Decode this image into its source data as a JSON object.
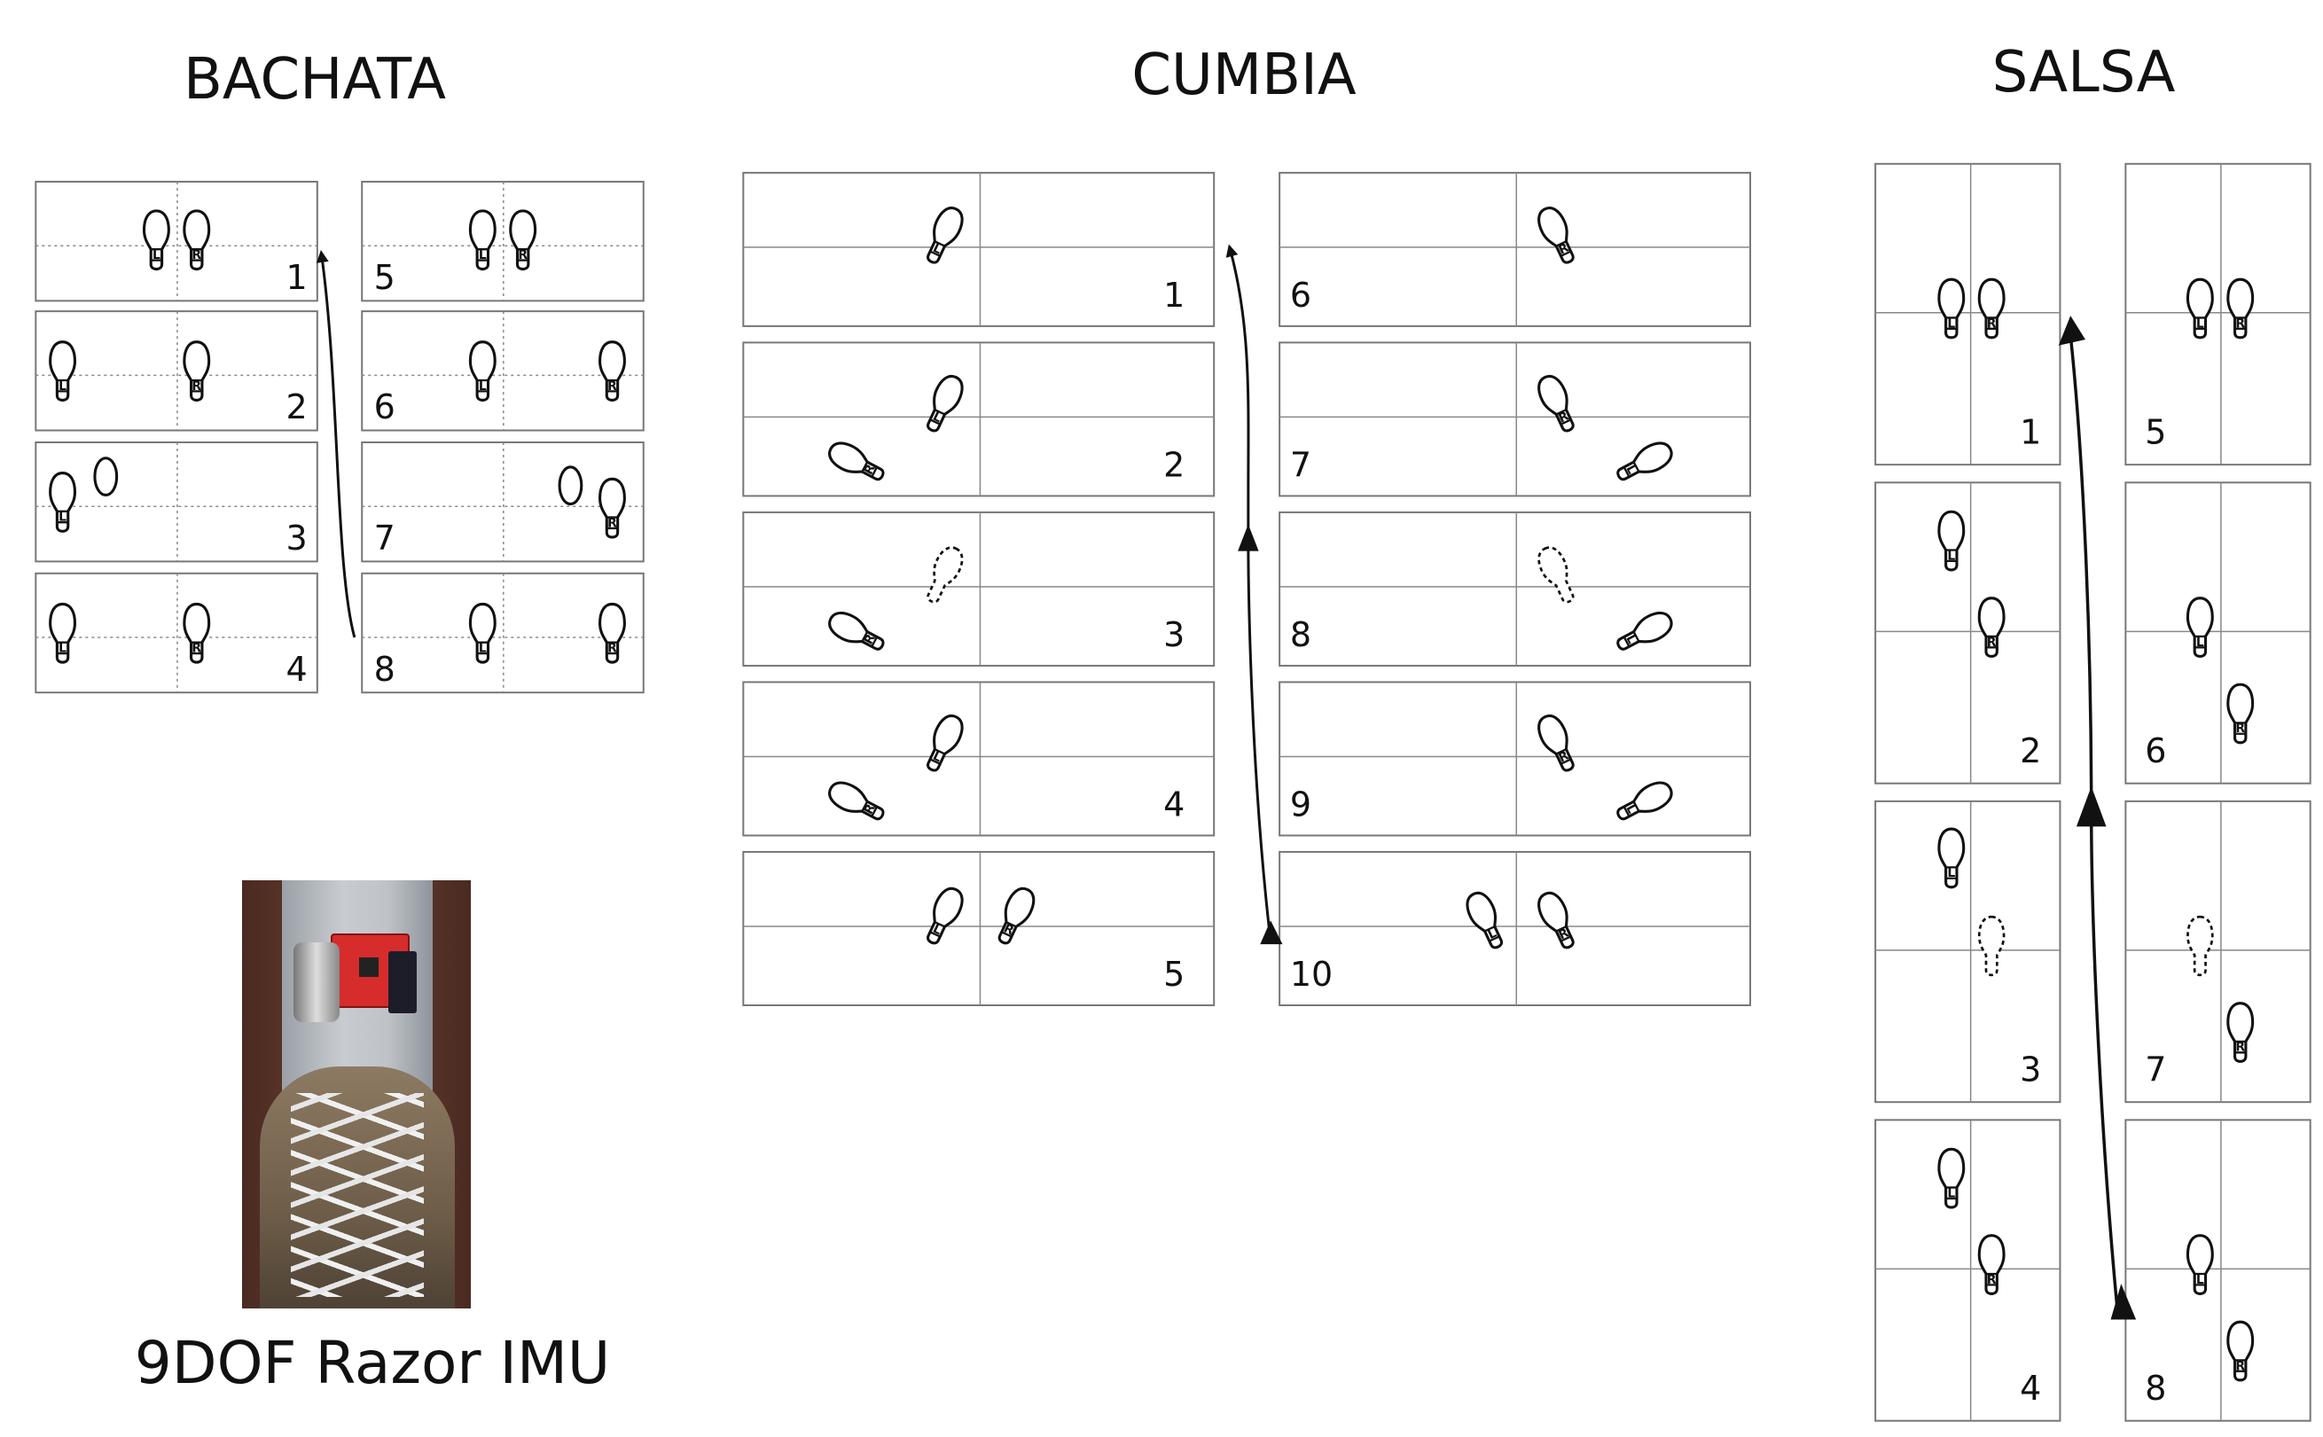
{
  "titles": {
    "bachata": "BACHATA",
    "cumbia": "CUMBIA",
    "salsa": "SALSA"
  },
  "caption": "9DOF Razor IMU",
  "foot_letters": {
    "left": "L",
    "right": "R"
  },
  "photo_icon": "imu-ankle-photo",
  "bachata_steps": [
    {
      "n": "1",
      "feet": "L-center R-center"
    },
    {
      "n": "2",
      "feet": "L-left R-center"
    },
    {
      "n": "3",
      "feet": "L-left R-tap"
    },
    {
      "n": "4",
      "feet": "L-left R-center"
    },
    {
      "n": "5",
      "feet": "L-center R-center"
    },
    {
      "n": "6",
      "feet": "L-center R-right"
    },
    {
      "n": "7",
      "feet": "L-tap R-right"
    },
    {
      "n": "8",
      "feet": "L-center R-right"
    }
  ],
  "cumbia_steps": [
    {
      "n": "1",
      "feet": "L"
    },
    {
      "n": "2",
      "feet": "L R-back"
    },
    {
      "n": "3",
      "feet": "L-ghost R-back"
    },
    {
      "n": "4",
      "feet": "L R-back"
    },
    {
      "n": "5",
      "feet": "L R"
    },
    {
      "n": "6",
      "feet": "R"
    },
    {
      "n": "7",
      "feet": "R L-back"
    },
    {
      "n": "8",
      "feet": "R-ghost L-back"
    },
    {
      "n": "9",
      "feet": "R L-back"
    },
    {
      "n": "10",
      "feet": "L R"
    }
  ],
  "salsa_steps": [
    {
      "n": "1",
      "feet": "L R"
    },
    {
      "n": "2",
      "feet": "L-forward R"
    },
    {
      "n": "3",
      "feet": "L-forward R-ghost"
    },
    {
      "n": "4",
      "feet": "L-forward R"
    },
    {
      "n": "5",
      "feet": "L R"
    },
    {
      "n": "6",
      "feet": "L R-back"
    },
    {
      "n": "7",
      "feet": "L-ghost R-back"
    },
    {
      "n": "8",
      "feet": "L R-back"
    }
  ]
}
